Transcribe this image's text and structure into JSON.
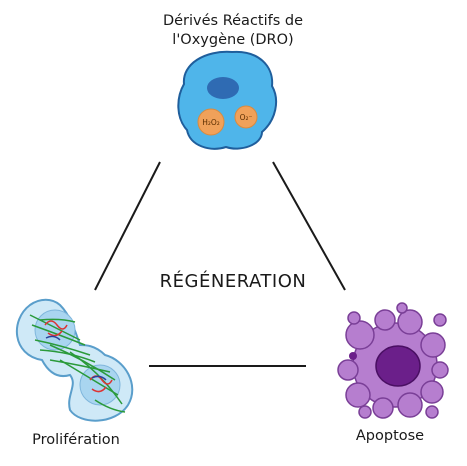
{
  "diagram": {
    "top_label_line1": "Dérivés Réactifs de",
    "top_label_line2": "l'Oxygène (DRO)",
    "center_title": "RÉGÉNERATION",
    "left_label": "Prolifération",
    "right_label": "Apoptose",
    "h2o2_label": "H₂O₂",
    "o2_label": "O₂⁻"
  },
  "colors": {
    "ros_cell_fill": "#4fb5ea",
    "ros_nucleus": "#2f6bb3",
    "ros_bubble": "#f0a15a",
    "mitotic_cell_fill": "#cfe9f7",
    "spindle_green": "#2a9a3a",
    "chromosome_red": "#d33",
    "apoptotic_fill": "#b67ecf",
    "apoptotic_nucleus": "#6b1f8a",
    "line": "#1a1a1a"
  }
}
